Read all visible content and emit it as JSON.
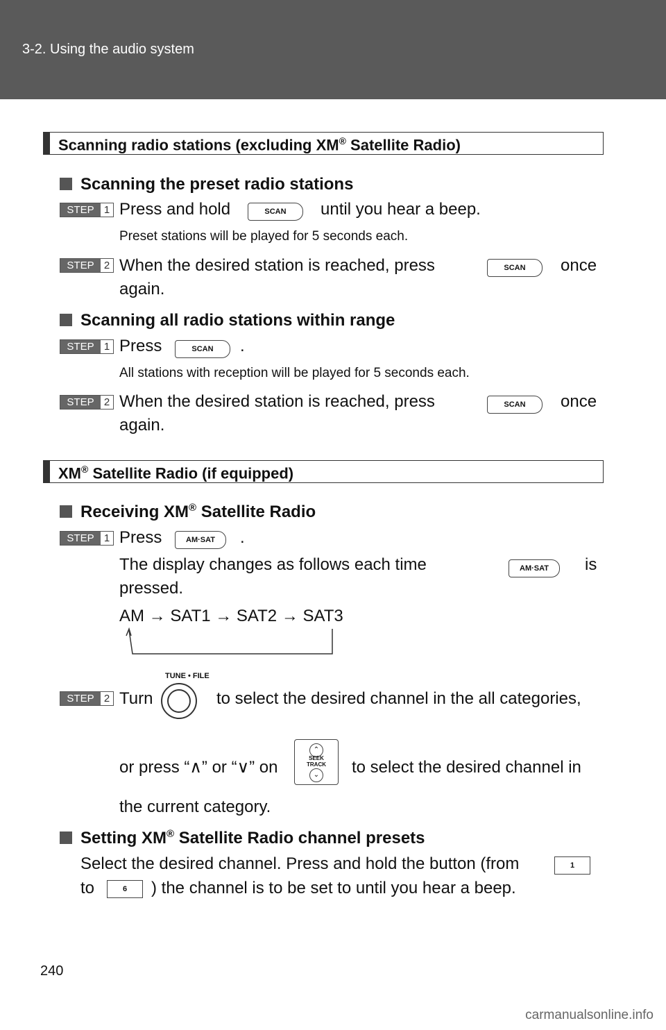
{
  "header": {
    "title": "3-2. Using the audio system"
  },
  "section1": {
    "title": "Scanning radio stations (excluding XM",
    "reg": "®",
    "title_end": " Satellite Radio)"
  },
  "preset": {
    "heading": "Scanning the preset radio stations",
    "step1": {
      "badge": "STEP",
      "num": "1",
      "before": "Press and hold",
      "after": "until you hear a beep.",
      "note": "Preset stations will be played for 5 seconds each."
    },
    "step2": {
      "badge": "STEP",
      "num": "2",
      "line1a": "When  the  desired  station  is  reached,  press",
      "line1b": "once",
      "line2": "again."
    }
  },
  "all": {
    "heading": "Scanning all radio stations within range",
    "step1": {
      "badge": "STEP",
      "num": "1",
      "before": "Press",
      "after": ".",
      "note": "All stations with reception will be played for 5 seconds each."
    },
    "step2": {
      "badge": "STEP",
      "num": "2",
      "line1a": "When  the  desired  station  is  reached,  press",
      "line1b": "once",
      "line2": "again."
    }
  },
  "section2": {
    "title": "XM",
    "reg": "®",
    "title_end": " Satellite Radio (if equipped)"
  },
  "receiving": {
    "heading": "Receiving XM",
    "reg": "®",
    "heading_end": " Satellite Radio",
    "step1": {
      "badge": "STEP",
      "num": "1",
      "before": "Press",
      "after": ".",
      "line2a": "The  display  changes  as  follows  each  time",
      "line2b": "is",
      "line3": "pressed.",
      "cycle": "AM → SAT1 → SAT2 → SAT3"
    },
    "step2": {
      "badge": "STEP",
      "num": "2",
      "turn": "Turn",
      "line1": "to select the desired channel in the all categories,",
      "line2a": "or press “∧” or “∨” on",
      "line2b": "to select the desired channel in",
      "line3": "the current category."
    }
  },
  "presets": {
    "heading": "Setting XM",
    "reg": "®",
    "heading_end": " Satellite Radio channel presets",
    "line1": "Select the desired channel. Press and hold the button (from",
    "line2a": "to",
    "line2b": ") the channel is to be set to until you hear a beep."
  },
  "buttons": {
    "scan": "SCAN",
    "amsat": "AM·SAT",
    "one": "1",
    "six": "6",
    "tune_file": "TUNE • FILE",
    "seek": "SEEK",
    "track": "TRACK",
    "up": "⌃",
    "down": "⌄"
  },
  "page_number": "240",
  "watermark": "carmanualsonline.info"
}
